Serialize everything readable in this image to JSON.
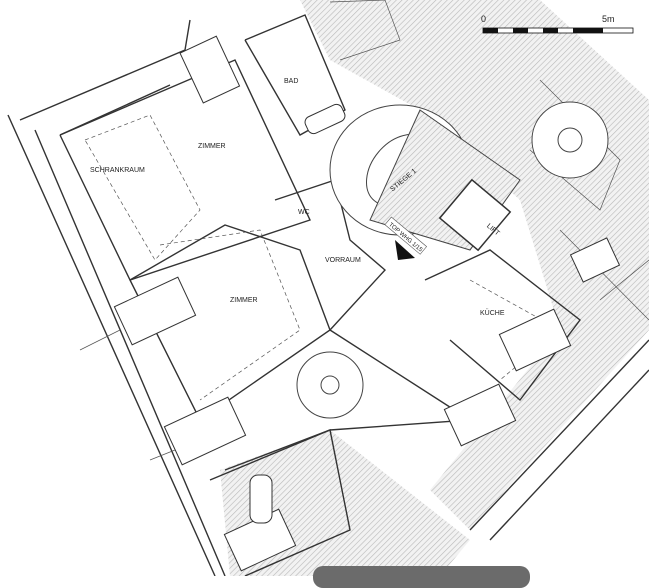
{
  "plan": {
    "rooms": {
      "bad": "BAD",
      "zimmer1": "ZIMMER",
      "schrankraum": "SCHRANKRAUM",
      "wc": "WC",
      "vorraum": "VORRAUM",
      "zimmer2": "ZIMMER",
      "kueche": "KÜCHE",
      "stiege": "STIEGE 1",
      "lift": "LIFT"
    },
    "unit_label": "TOP WHG 1/15",
    "scale": {
      "start": "0",
      "end": "5m"
    }
  },
  "colors": {
    "hatch": "#bdbdbd",
    "walls": "#333333",
    "toolbar": "#6b6b6b"
  }
}
